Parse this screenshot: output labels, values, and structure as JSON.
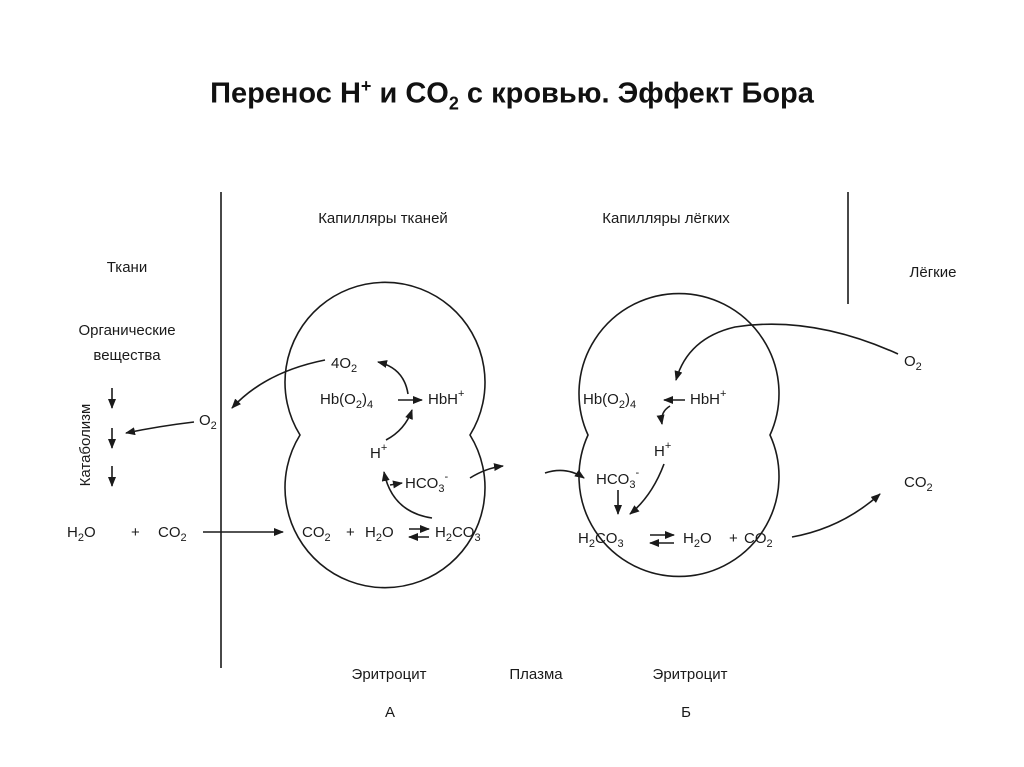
{
  "title": {
    "main": "Перенос H",
    "sup": "+",
    "mid": " и CO",
    "sub": "2",
    "rest": " с кровью. Эффект Бора"
  },
  "labels": {
    "tissue_capillaries": "Капилляры тканей",
    "lung_capillaries": "Капилляры лёгких",
    "tissues": "Ткани",
    "lungs": "Лёгкие",
    "organic_1": "Органические",
    "organic_2": "вещества",
    "catabolism": "Катаболизм",
    "erythrocyte_left": "Эритроцит",
    "plasma": "Плазма",
    "erythrocyte_right": "Эритроцит",
    "panel_a": "А",
    "panel_b": "Б"
  },
  "formula": {
    "h2o": [
      "H",
      "2",
      "O"
    ],
    "plus": "+",
    "co2": [
      "CO",
      "2"
    ],
    "o2": [
      "O",
      "2"
    ],
    "o2_4": [
      "4O",
      "2"
    ],
    "hb_o2_4": [
      "Hb(O",
      "2",
      ")",
      "4"
    ],
    "hbh": [
      "HbH",
      "+"
    ],
    "hplus": [
      "H",
      "+"
    ],
    "hco3": [
      "HCO",
      "3",
      "-"
    ],
    "h2co3": [
      "H",
      "2",
      "CO",
      "3"
    ]
  }
}
